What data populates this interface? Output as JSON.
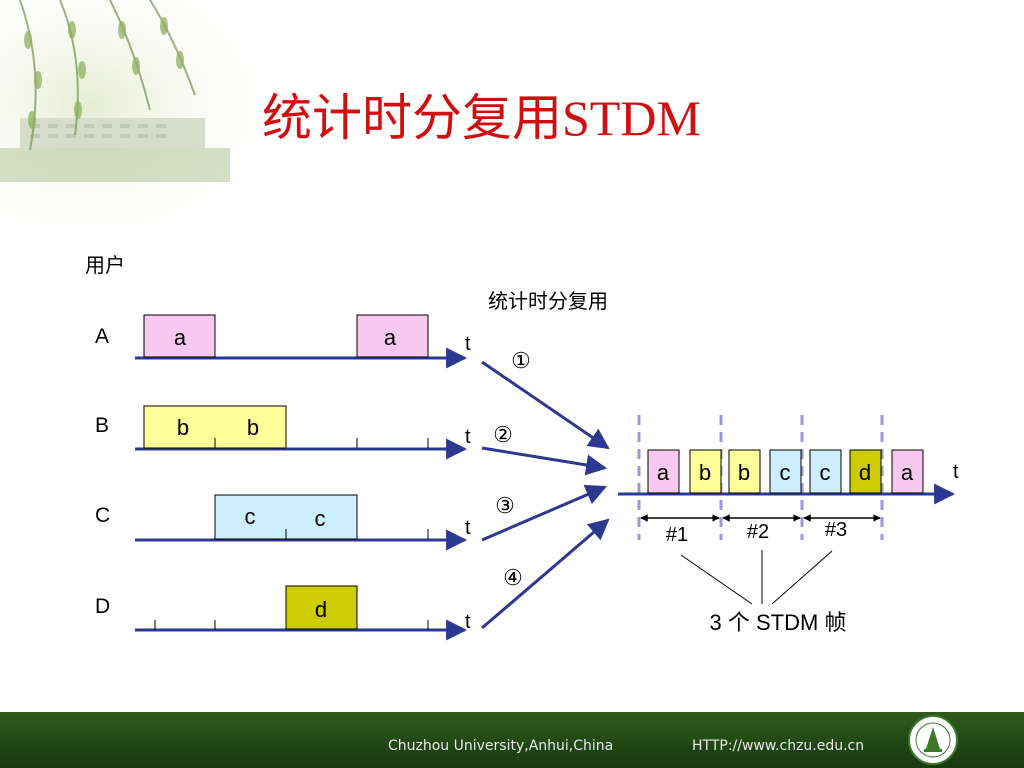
{
  "title": {
    "cjk": "统计时分复用",
    "latin": "STDM"
  },
  "diagram": {
    "users_label": "用户",
    "mux_label": "统计时分复用",
    "time_label": "t",
    "users": [
      {
        "name": "A",
        "fill": "#f8c8f0",
        "slots": [
          "a",
          "a"
        ]
      },
      {
        "name": "B",
        "fill": "#ffff99",
        "slots": [
          "b",
          "b"
        ]
      },
      {
        "name": "C",
        "fill": "#cceeff",
        "slots": [
          "c",
          "c"
        ]
      },
      {
        "name": "D",
        "fill": "#cccc00",
        "slots": [
          "d"
        ]
      }
    ],
    "channel_numbers": [
      "①",
      "②",
      "③",
      "④"
    ],
    "output_slots": [
      {
        "label": "a",
        "fill": "#f8c8f0"
      },
      {
        "label": "b",
        "fill": "#ffff99"
      },
      {
        "label": "b",
        "fill": "#ffff99"
      },
      {
        "label": "c",
        "fill": "#cceeff"
      },
      {
        "label": "c",
        "fill": "#cceeff"
      },
      {
        "label": "d",
        "fill": "#cccc00"
      },
      {
        "label": "a",
        "fill": "#f8c8f0"
      }
    ],
    "frames": [
      "#1",
      "#2",
      "#3"
    ],
    "frames_caption": "3 个 STDM 帧"
  },
  "footer": {
    "university": "Chuzhou University,Anhui,China",
    "url": "HTTP://www.chzu.edu.cn"
  },
  "colors": {
    "title": "#d01010",
    "axis": "#2b3990",
    "divider": "#9999dd",
    "footer": "#1e4a12"
  }
}
